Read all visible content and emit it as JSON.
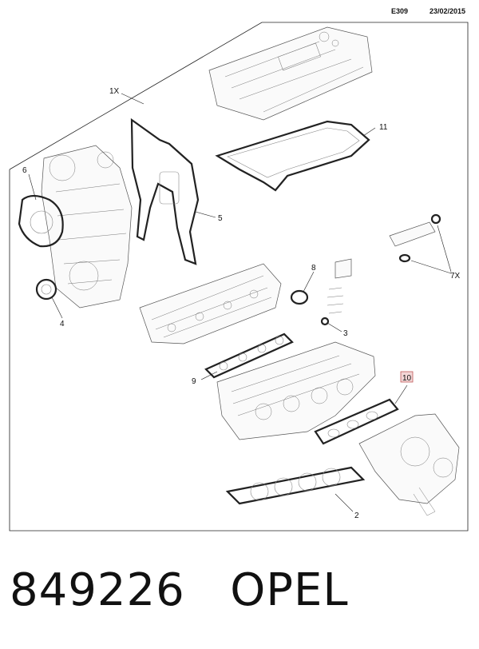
{
  "header": {
    "code": "E309",
    "date": "23/02/2015"
  },
  "labels": {
    "l1x": "1X",
    "l2": "2",
    "l3": "3",
    "l4": "4",
    "l5": "5",
    "l6": "6",
    "l7x": "7X",
    "l8": "8",
    "l9": "9",
    "l10": "10",
    "l11": "11"
  },
  "footer": {
    "part_number": "849226",
    "brand": "OPEL"
  },
  "colors": {
    "highlight_fill": "#f3d6d6",
    "highlight_stroke": "#c05a5a"
  }
}
